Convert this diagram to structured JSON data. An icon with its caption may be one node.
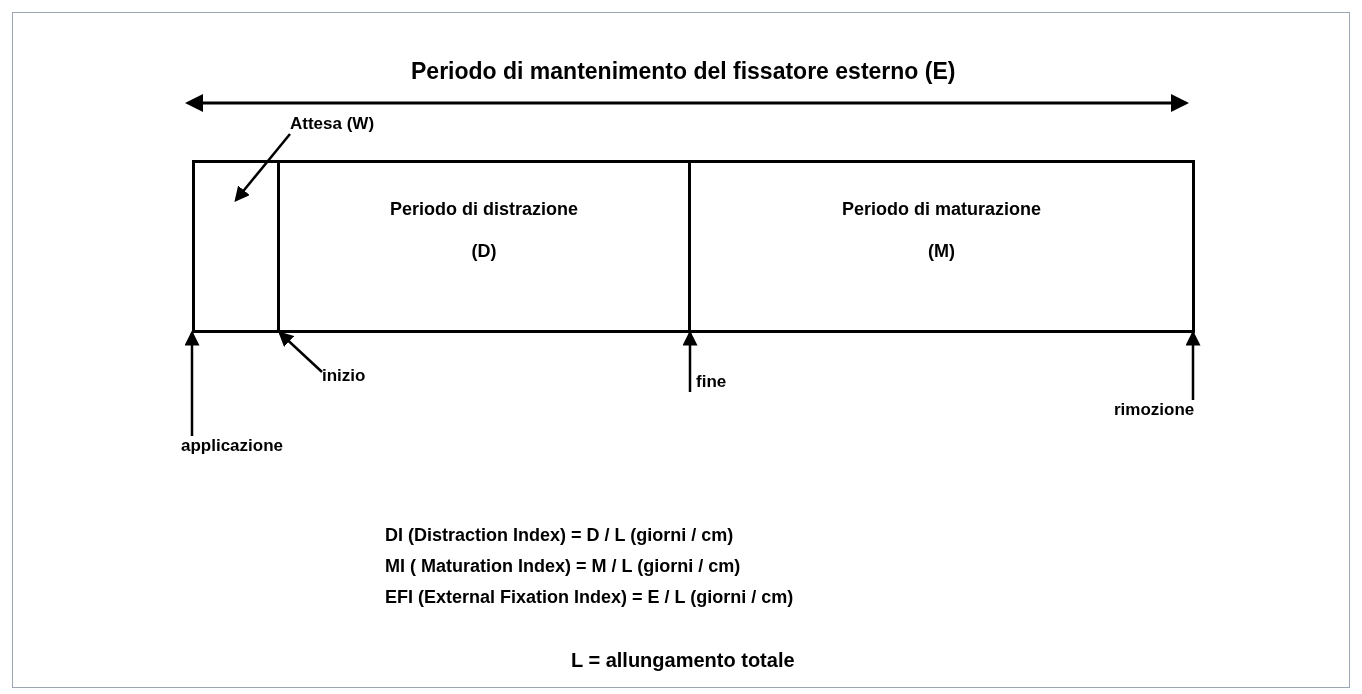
{
  "diagram": {
    "nodes": [
      {
        "text": [],
        "shape": "box"
      },
      {
        "text": [
          "Periodo di distrazione",
          "(D)"
        ]
      },
      {
        "text": [
          "Periodo di maturazione",
          "(M)"
        ]
      },
      {
        "text": [
          "Attesa (W)"
        ]
      },
      {
        "text": [
          "applicazione"
        ]
      },
      {
        "text": [
          "inizio"
        ]
      },
      {
        "text": [
          "fine"
        ]
      },
      {
        "text": [
          "rimozione"
        ]
      }
    ],
    "edges": [
      {
        "from": 3,
        "to": 0,
        "arrow": "to"
      },
      {
        "from": 4,
        "to": 0,
        "arrow": "to"
      },
      {
        "from": 5,
        "to": 0,
        "arrow": "to"
      },
      {
        "from": 6,
        "to": 2,
        "arrow": "to"
      },
      {
        "from": 7,
        "to": 2,
        "arrow": "to"
      }
    ],
    "labels": [
      "Periodo di mantenimento del fissatore esterno (E)",
      "DI (Distraction Index) = D / L (giorni / cm)",
      "MI ( Maturation Index) = M / L (giorni / cm)",
      "EFI (External Fixation Index) = E / L (giorni / cm)",
      "L = allungamento totale"
    ]
  }
}
